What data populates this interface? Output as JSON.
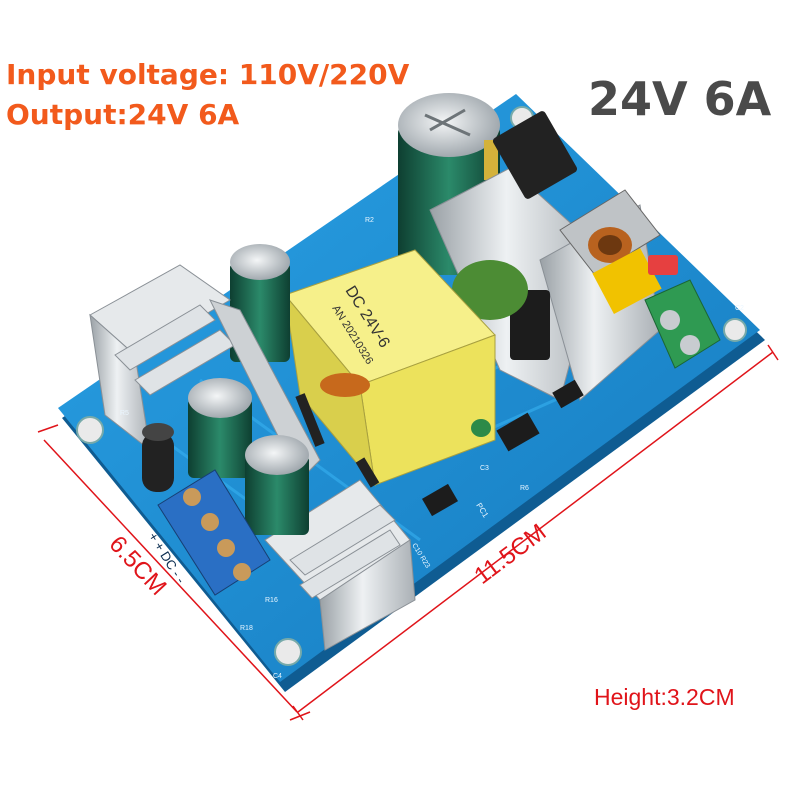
{
  "specs": {
    "input_voltage": "Input voltage: 110V/220V",
    "output": "Output:24V 6A"
  },
  "headline": "24V 6A",
  "dimensions": {
    "width": "6.5CM",
    "length": "11.5CM",
    "height": "Height:3.2CM"
  },
  "board_markings": {
    "transformer_line1": "DC  24V-6",
    "transformer_line2": "AN  20210326",
    "terminal_label": "+ + DC - -",
    "pc1": "PC1",
    "c10": "C10 R23",
    "r5": "R5",
    "r6": "R6",
    "r16": "R16",
    "r18": "R18",
    "c4": "C4",
    "c3": "C3",
    "c2": "C2",
    "r2": "R2"
  },
  "colors": {
    "board": "#1b8fd6",
    "spec_text": "#f25a1c",
    "headline_text": "#4a4a4a",
    "dimension_lines": "#e0141a",
    "transformer": "#f2ea6a",
    "heatsink": "#cfd3d6",
    "terminal_block": "#2a6fc4",
    "ac_terminal": "#2f9a52",
    "capacitor": "#1f6a52"
  },
  "icons": {
    "pcb_board": "power-supply-board-icon"
  }
}
